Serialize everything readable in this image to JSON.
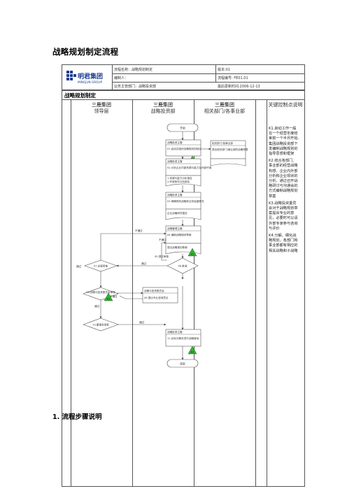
{
  "title": "战略规划制定流程",
  "header": {
    "logo_name": "明君集团",
    "logo_en": "MINGJUN GROUP",
    "process_name": "流程名称：战略规划制定",
    "version": "版本:01",
    "drafter": "编制人：",
    "doc_no": "流程编号: FE01.01",
    "owner": "业务主管部门：战略投资部",
    "updated": "最后更新时间:2006-12-13"
  },
  "chart": {
    "title": "战略规划制定",
    "lanes": [
      {
        "org": "三鹿集团",
        "role": "领导层"
      },
      {
        "org": "三鹿集团",
        "role": "战略投资部"
      },
      {
        "org": "三鹿集团",
        "role": "相关部门/各事业部"
      },
      {
        "org": "",
        "role": "关键控制点说明"
      }
    ],
    "notes": [
      "K1.启动工作一般在一个经营年度结束前一个半月开始,集团战略投资部下发编制战略规划的指导思想和框架",
      "K2.结合各部门、事业部的经营战略构想、企业内外部分析和企业现状的分析，通过召开战略研讨与沟通会的方式编制战略规划草案",
      "K3.战略投资委员会对于战略规划草案提出专业的意见，必要时可以请外部专家参与咨询与评价",
      "K4.分解、细化战略规划，各部门和事业部都有相应的相关战略和子战略"
    ],
    "nodes": {
      "start": "开始",
      "n01_role": "战略投资主管",
      "n01": "01.启动并组织战略规划的制定",
      "nd_role": "相关部门/各事业部",
      "nd": "提出相关部门/事业部的战略构想",
      "n02_role": "战略投资主管",
      "n02": "02.分析企业内部资源与能力及外部环境",
      "doc1": "1.资源与能力分析报告",
      "doc2": "2.环境条件分析报告",
      "n03_role": "战略投资主管",
      "n03": "03.明确现有战略和业务经营情况",
      "doc3": "企业战略研究报告",
      "n04_role": "战略管理主管",
      "n04": "04.编制战略规划草案",
      "doc4": "提出战略规划草案",
      "n05": "05.提交审核",
      "n06": "06.批准",
      "n07": "07.总裁审核",
      "n08": "08.战略与投资委员会审核",
      "n09_role": "战略与投资委员会",
      "n09": "09.提出专业咨询意见",
      "n10": "10.董事会审批",
      "n11_role": "战略投资主管",
      "n11": "11.目标分解并进行战略落地",
      "end": "结束",
      "lbl_fail": "不通过",
      "lbl_pass": "通过"
    }
  },
  "steps_heading": "1. 流程步骤说明"
}
